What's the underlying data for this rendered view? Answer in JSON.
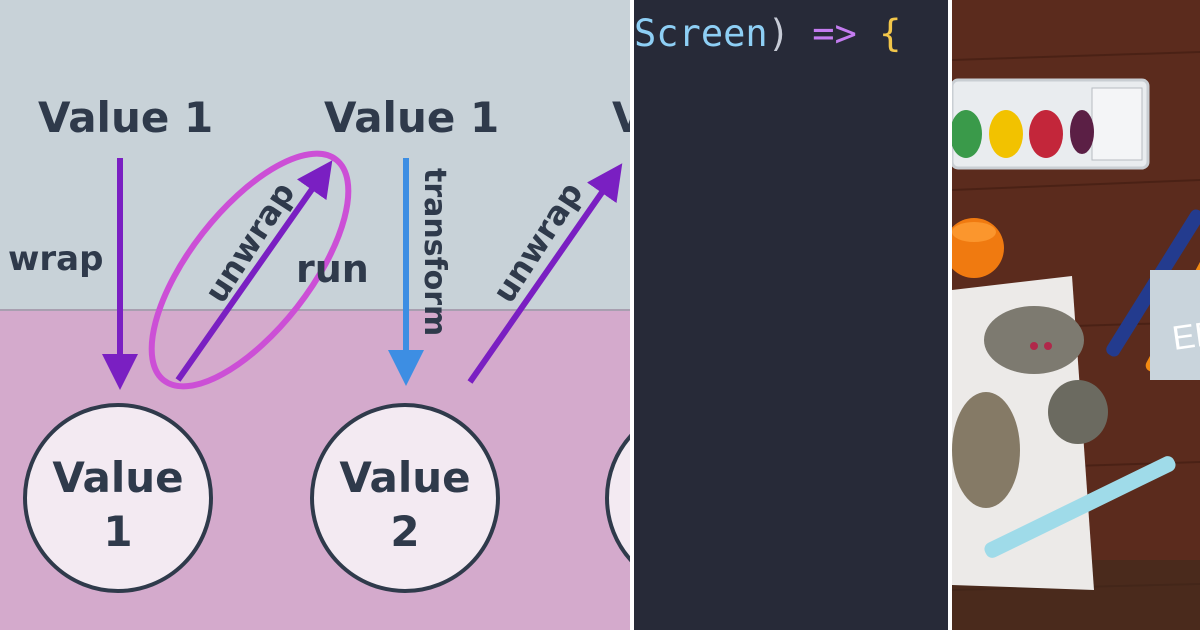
{
  "diagram": {
    "top_labels": [
      "Value 1",
      "Value 1",
      "V"
    ],
    "arrow_labels": {
      "wrap": "wrap",
      "unwrap_1": "unwrap",
      "run": "run",
      "transform": "transform",
      "unwrap_2": "unwrap"
    },
    "circles": [
      {
        "line1": "Value",
        "line2": "1"
      },
      {
        "line1": "Value",
        "line2": "2"
      }
    ],
    "colors": {
      "top_band": "#c8d2d8",
      "bottom_band": "#d4aacc",
      "wrap_arrow": "#7a1fc2",
      "transform_arrow": "#3d8ee3",
      "highlight_ellipse": "#cc4fd6",
      "circle_fill": "#f3eaf2"
    }
  },
  "code": {
    "tokens": [
      {
        "text": "Screen",
        "color": "#8ecff5"
      },
      {
        "text": ") ",
        "color": "#c7cbd6"
      },
      {
        "text": "=>",
        "color": "#c47cf0"
      },
      {
        "text": " ",
        "color": "#c7cbd6"
      },
      {
        "text": "{",
        "color": "#f2c64a"
      }
    ],
    "background": "#272a38"
  },
  "photo": {
    "subject": "craft table with watercolor paint tray, markers and painted rocks",
    "printed_text": "ED"
  }
}
